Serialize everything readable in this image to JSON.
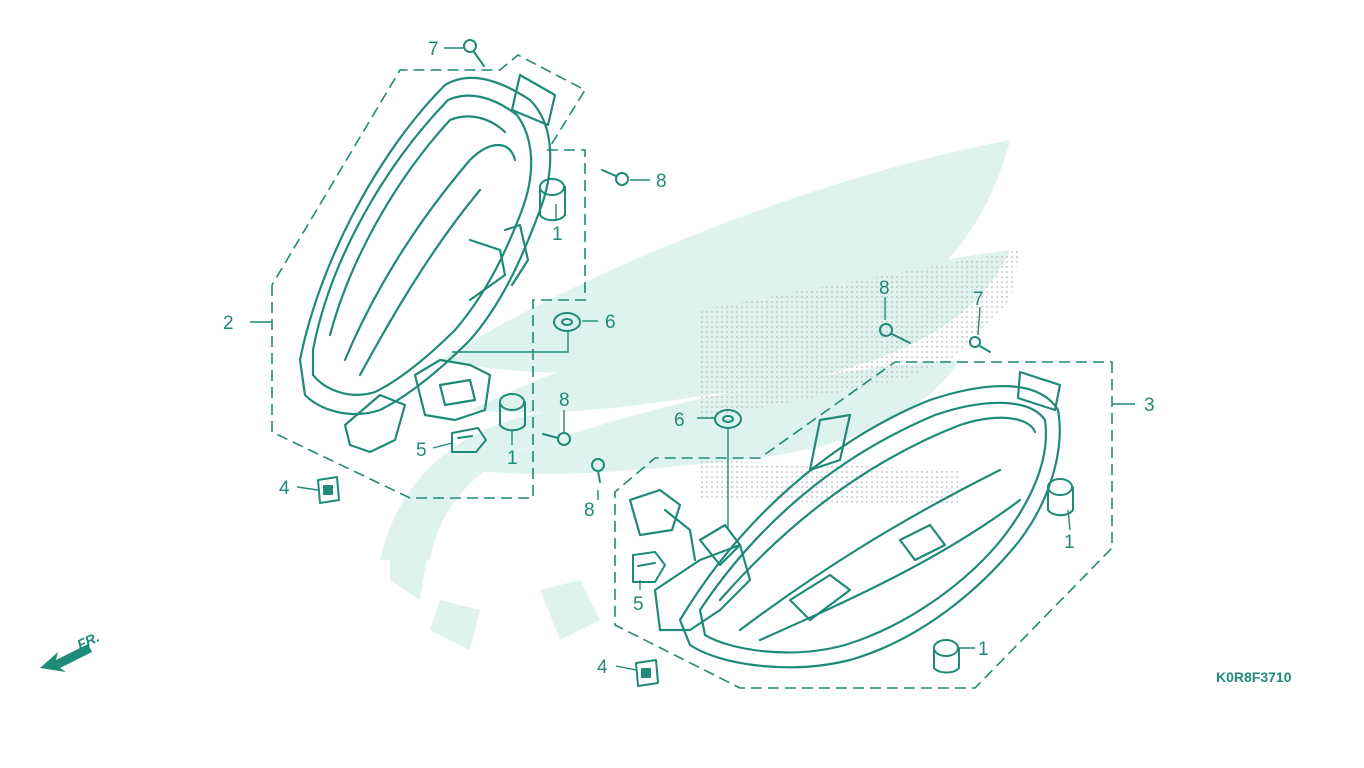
{
  "diagram": {
    "drawing_code": "K0R8F3710",
    "direction_label": "FR.",
    "colors": {
      "ink": "#1f8a78",
      "watermark": "#dff3ee",
      "dots": "#bfc3c3"
    },
    "callouts": {
      "c7a": "7",
      "c8a": "8",
      "c1a": "1",
      "c2": "2",
      "c6a": "6",
      "c8b": "8",
      "c1b": "1",
      "c5a": "5",
      "c4a": "4",
      "c6b": "6",
      "c8c": "8",
      "c8d": "8",
      "c7b": "7",
      "c3": "3",
      "c1c": "1",
      "c5b": "5",
      "c1d": "1",
      "c4b": "4"
    }
  }
}
